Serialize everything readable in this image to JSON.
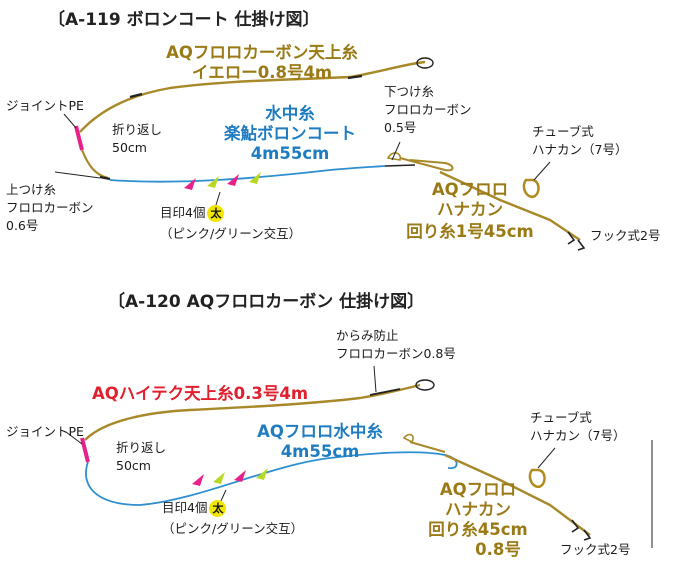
{
  "diagram1": {
    "title": "〔A-119 ボロンコート 仕掛け図〕",
    "upper_line_name": "AQフロロカーボン天上糸",
    "upper_line_spec": "イエロー0.8号4m",
    "joint": "ジョイントPE",
    "fold_label": "折り返し",
    "fold_length": "50cm",
    "tie_line_1": "上つけ糸",
    "tie_line_2": "フロロカーボン",
    "tie_line_3": "0.6号",
    "water_line_1": "水中糸",
    "water_line_2": "楽鮎ボロンコート",
    "water_line_3": "4m55cm",
    "lower_tie_1": "下つけ糸",
    "lower_tie_2": "フロロカーボン",
    "lower_tie_3": "0.5号",
    "tube_1": "チューブ式",
    "tube_2": "ハナカン（7号）",
    "aq_1": "AQフロロ",
    "aq_2": "ハナカン",
    "aq_3": "回り糸1号45cm",
    "marker_1": "目印4個",
    "marker_badge": "太",
    "marker_2": "（ピンク/グリーン交互）",
    "hook": "フック式2号"
  },
  "diagram2": {
    "title": "〔A-120 AQフロロカーボン 仕掛け図〕",
    "anti_tangle_1": "からみ防止",
    "anti_tangle_2": "フロロカーボン0.8号",
    "upper_line": "AQハイテク天上糸0.3号4m",
    "joint": "ジョイントPE",
    "fold_label": "折り返し",
    "fold_length": "50cm",
    "water_line_1": "AQフロロ水中糸",
    "water_line_2": "4m55cm",
    "tube_1": "チューブ式",
    "tube_2": "ハナカン（7号）",
    "aq_1": "AQフロロ",
    "aq_2": "ハナカン",
    "aq_3": "回り糸45cm",
    "aq_4": "0.8号",
    "marker_1": "目印4個",
    "marker_badge": "太",
    "marker_2": "（ピンク/グリーン交互）",
    "hook": "フック式2号"
  },
  "colors": {
    "gold_line": "#a8892a",
    "blue_line": "#2e8fd0",
    "pink": "#e8208a",
    "green": "#b8d828",
    "yellow_badge": "#f2e600",
    "red_text": "#e0202e"
  }
}
